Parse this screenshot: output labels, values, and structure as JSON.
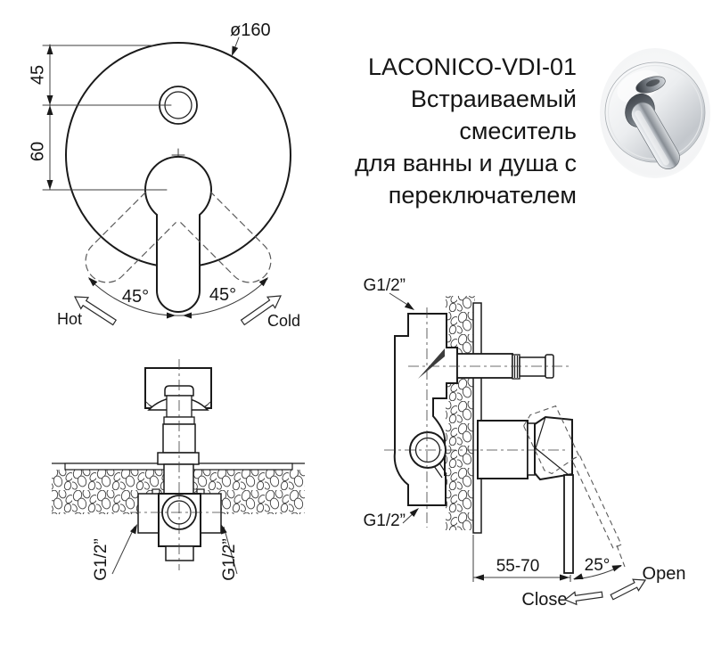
{
  "title": {
    "model": "LACONICO-VDI-01",
    "lines": [
      "Встраиваемый",
      "смеситель",
      "для ванны и душа с",
      "переключателем"
    ]
  },
  "front_view": {
    "diameter": "ø160",
    "dim_top": "45",
    "dim_bottom": "60",
    "angle_left": "45°",
    "angle_right": "45°",
    "hot": "Hot",
    "cold": "Cold"
  },
  "section_view": {
    "thread_left": "G1/2”",
    "thread_right": "G1/2”"
  },
  "side_view": {
    "thread_top": "G1/2”",
    "thread_bottom": "G1/2”",
    "depth": "55-70",
    "angle": "25°",
    "open": "Open",
    "close": "Close"
  },
  "colors": {
    "line": "#1a1a1a",
    "thin": "#3c3c3c",
    "dash": "#5a5a5a",
    "text": "#151515"
  }
}
